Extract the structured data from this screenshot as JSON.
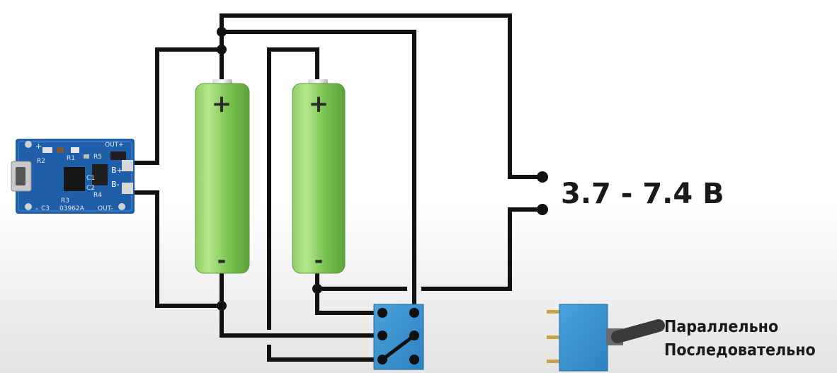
{
  "diagram": {
    "output_voltage_label": "3.7 - 7.4 B",
    "switch_position_1": "Параллельно",
    "switch_position_2": "Последовательно",
    "battery_plus": "+",
    "battery_minus": "-",
    "module": {
      "label_out_plus": "OUT+",
      "label_out_minus": "OUT-",
      "label_b_plus": "B+",
      "label_b_minus": "B-",
      "label_plus": "+",
      "label_minus": "-",
      "chip_code": "03962A",
      "labels": [
        "R2",
        "R1",
        "R5",
        "C1",
        "C2",
        "R4",
        "C3",
        "R3"
      ]
    }
  },
  "colors": {
    "battery_green": "#7cc85a",
    "battery_highlight": "#a8e07e",
    "switch_blue": "#3a93cf",
    "pcb_blue": "#1f5ea8",
    "wire": "#111111"
  }
}
